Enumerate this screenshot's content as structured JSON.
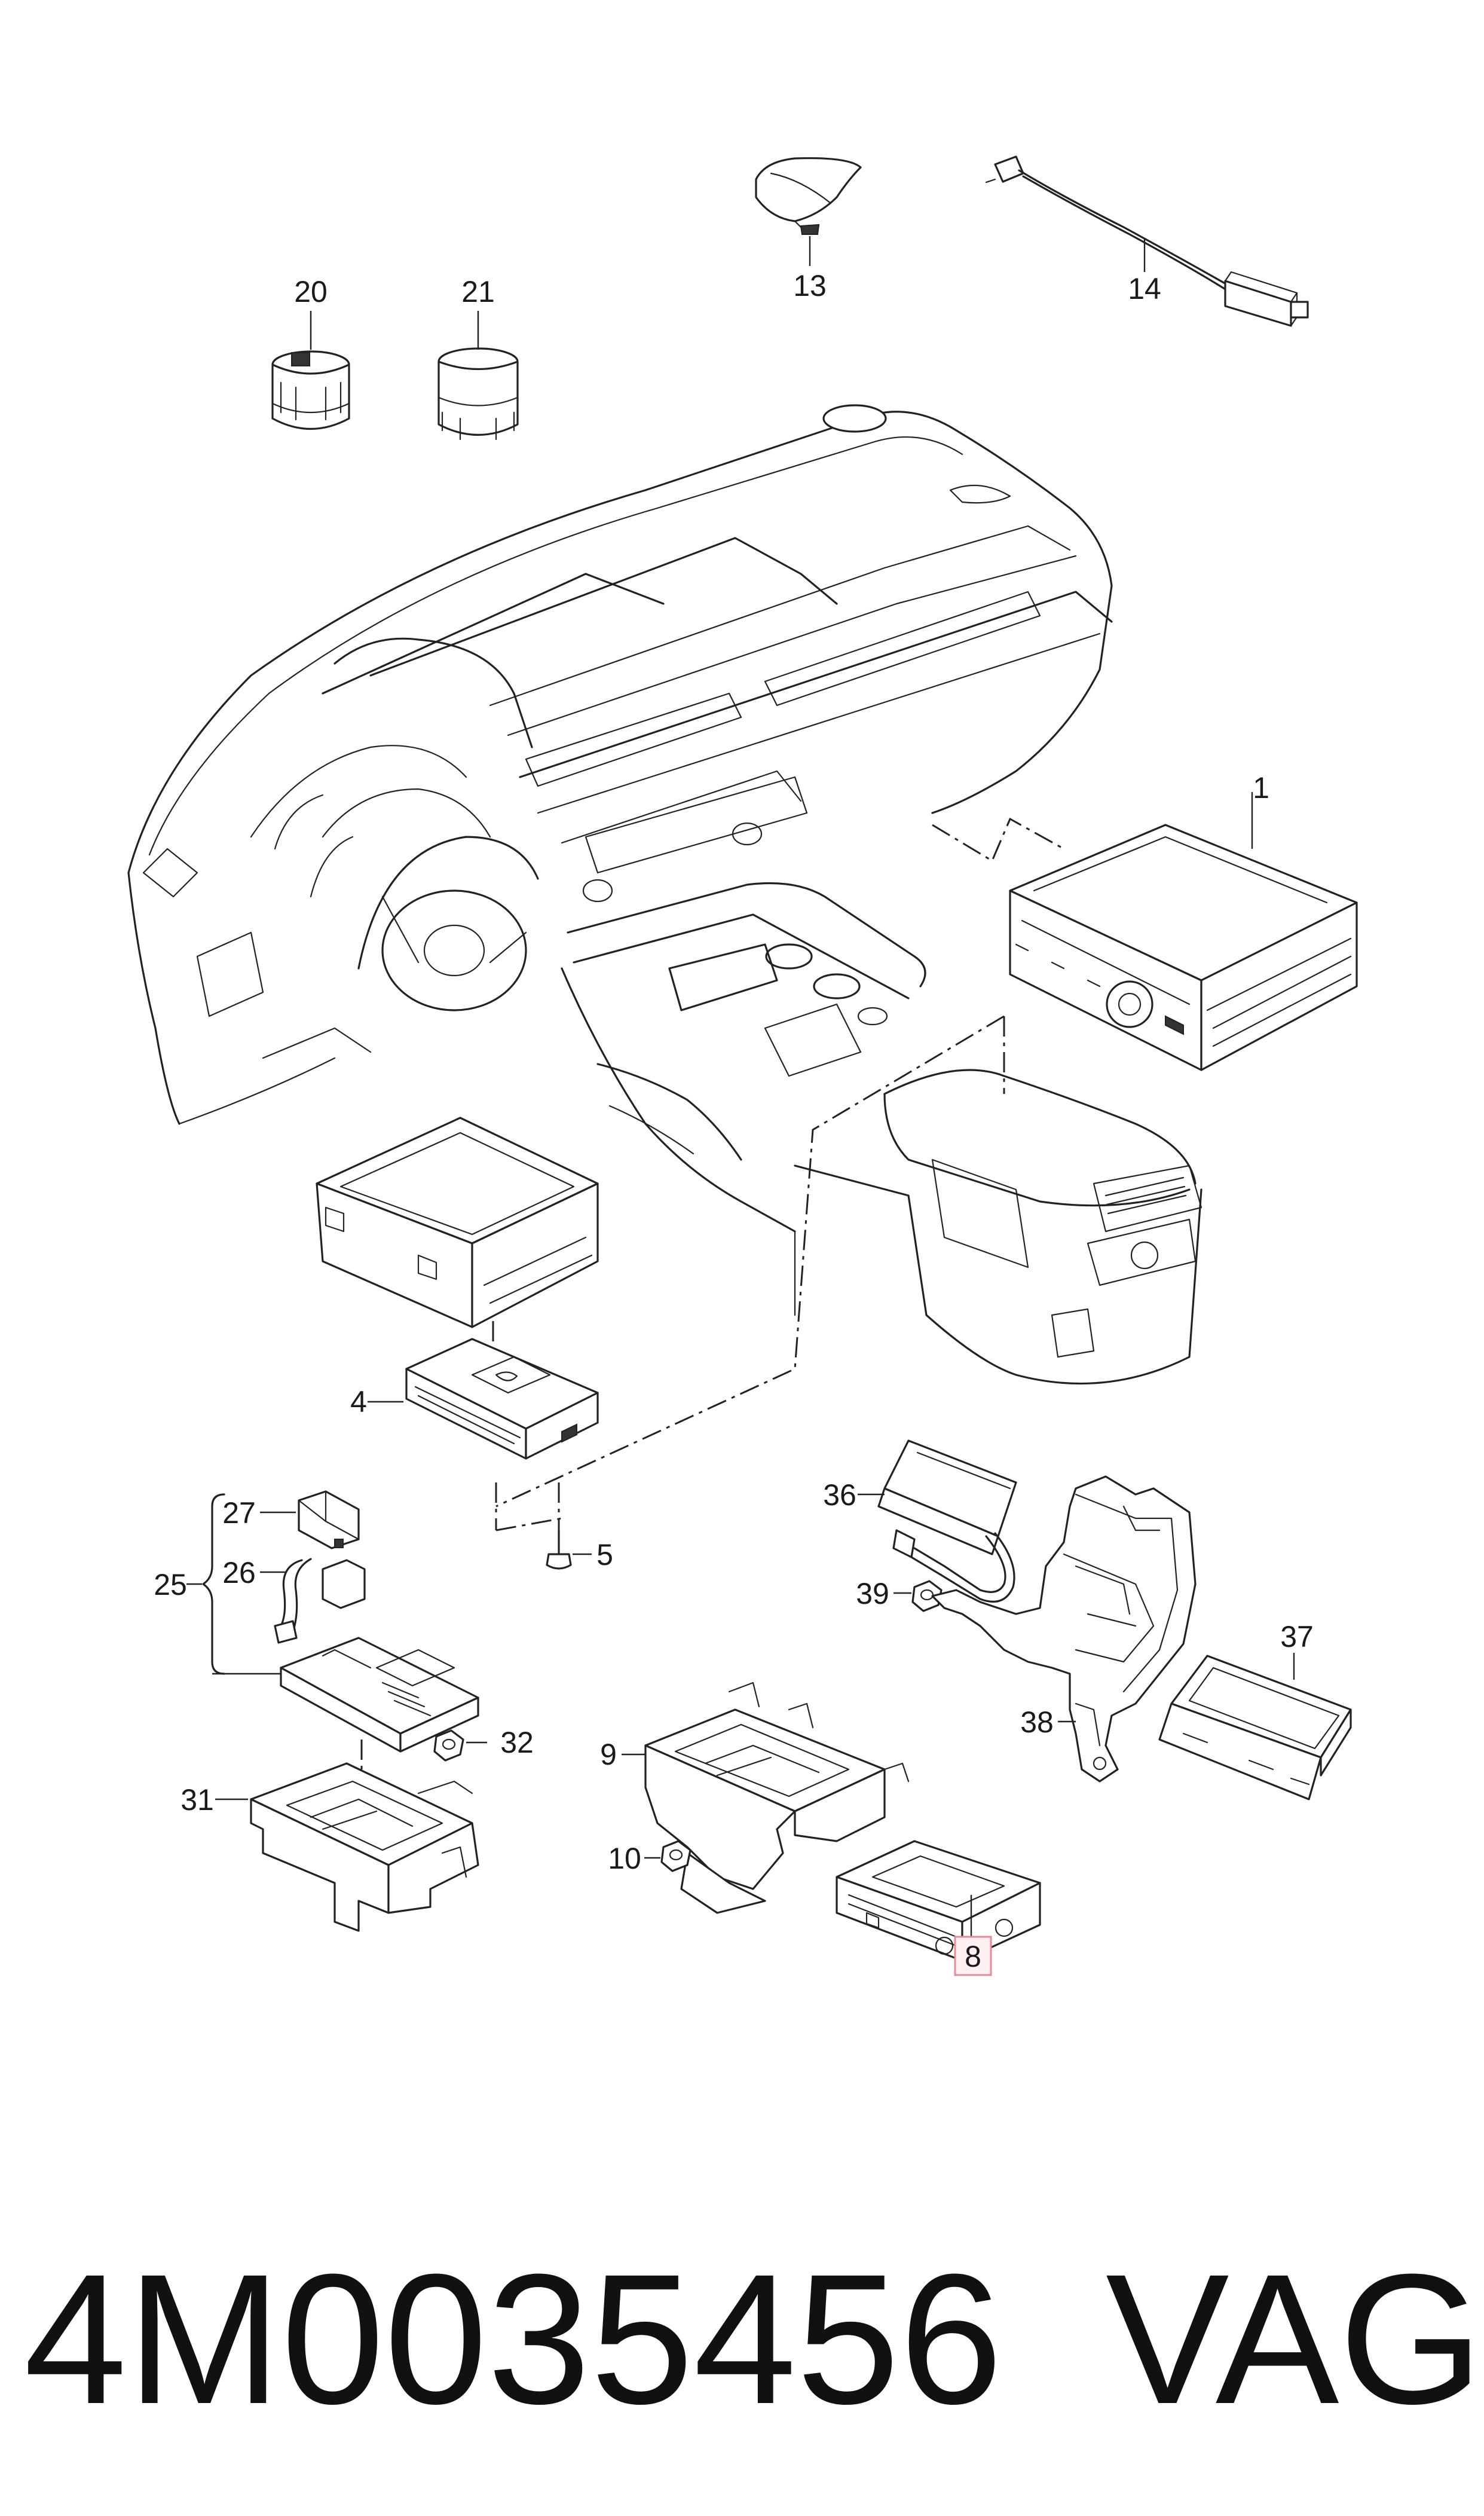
{
  "parts": {
    "p1": "1",
    "p4": "4",
    "p5": "5",
    "p8": "8",
    "p9": "9",
    "p10": "10",
    "p13": "13",
    "p14": "14",
    "p20": "20",
    "p21": "21",
    "p25": "25",
    "p26": "26",
    "p27": "27",
    "p31": "31",
    "p32": "32",
    "p36": "36",
    "p37": "37",
    "p38": "38",
    "p39": "39"
  },
  "highlight_color": "#e88a96",
  "footer": {
    "part_number": "4M0035456",
    "brand": "VAG"
  }
}
